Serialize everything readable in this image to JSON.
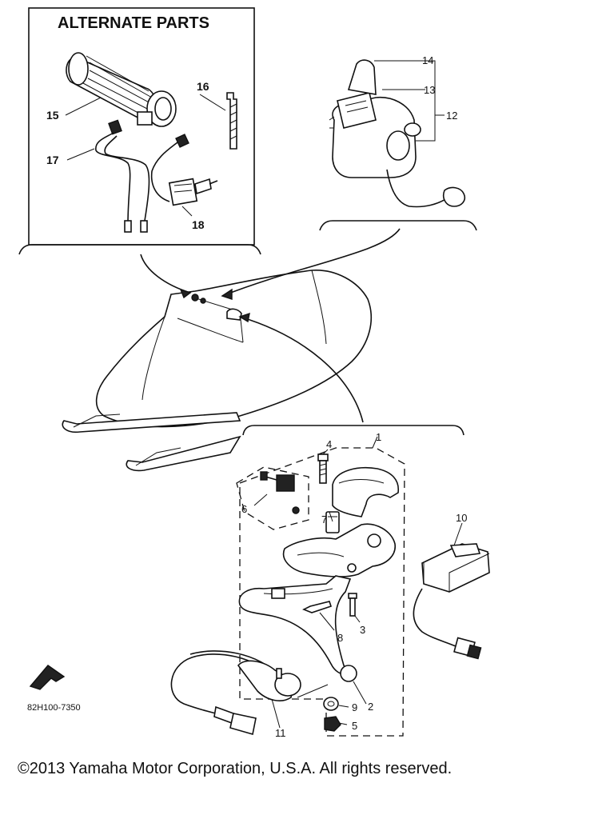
{
  "inset_alternate": {
    "title": "ALTERNATE PARTS",
    "labels": [
      "15",
      "16",
      "17",
      "18"
    ]
  },
  "inset_switch": {
    "labels": [
      "14",
      "13",
      "12"
    ]
  },
  "main_labels": [
    "1",
    "4",
    "6",
    "7",
    "10",
    "8",
    "3",
    "2",
    "9",
    "5",
    "11"
  ],
  "part_code": "82H100-7350",
  "copyright": "©2013 Yamaha Motor Corporation, U.S.A. All rights reserved."
}
